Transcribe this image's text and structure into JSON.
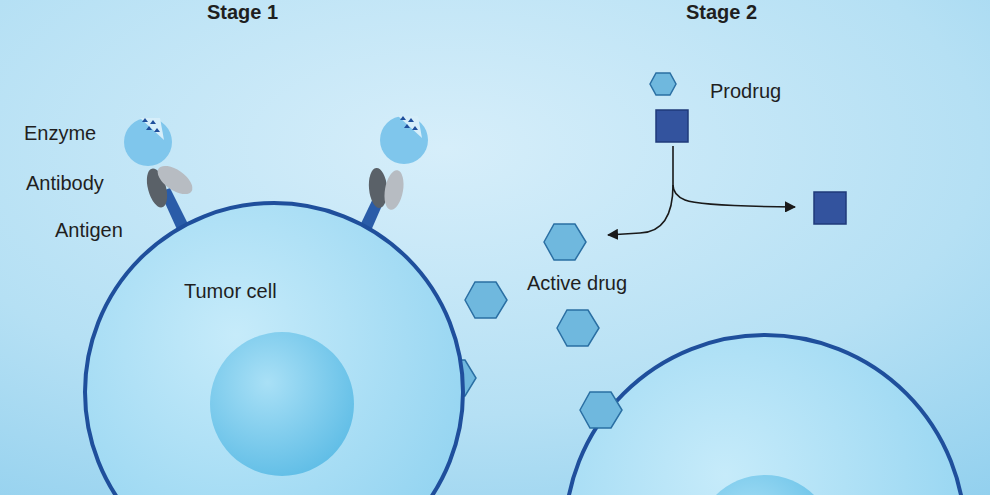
{
  "diagram": {
    "nodes": [
      {
        "text": [
          "Tumor cell"
        ]
      }
    ],
    "labels": [
      "Stage 1",
      "Stage 2",
      "Enzyme",
      "Antibody",
      "Antigen",
      "Prodrug",
      "Active drug"
    ]
  }
}
